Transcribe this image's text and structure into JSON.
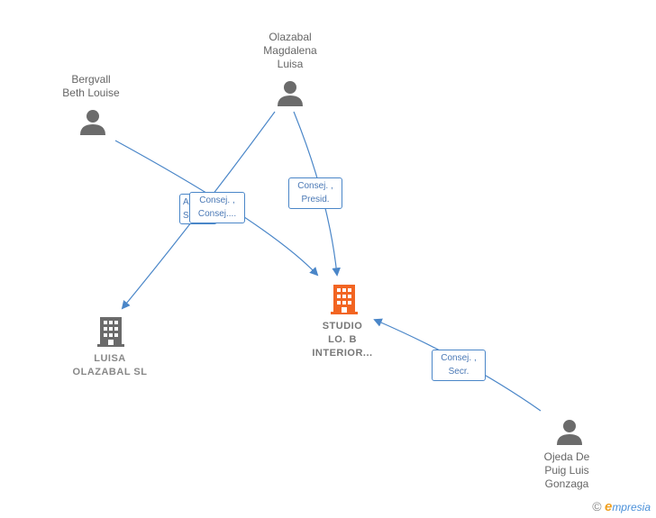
{
  "nodes": {
    "olazabal": {
      "label_lines": [
        "Olazabal",
        "Magdalena",
        "Luisa"
      ],
      "icon": "person-icon"
    },
    "bergvall": {
      "label_lines": [
        "Bergvall",
        "Beth Louise"
      ],
      "icon": "person-icon"
    },
    "ojeda": {
      "label_lines": [
        "Ojeda De",
        "Puig Luis",
        "Gonzaga"
      ],
      "icon": "person-icon"
    },
    "studio": {
      "label_lines": [
        "STUDIO",
        "LO. B",
        "INTERIOR..."
      ],
      "icon": "building-icon",
      "color": "#f26522"
    },
    "luisa_sl": {
      "label_lines": [
        "LUISA",
        "OLAZABAL  SL"
      ],
      "icon": "building-icon",
      "color": "#666666"
    }
  },
  "edge_labels": {
    "olazabal_studio": [
      "Consej. ,",
      "Presid."
    ],
    "olazabal_luisa": [
      "Consej. ,",
      "Consej...."
    ],
    "bergvall_studio": [
      "A",
      "S"
    ],
    "ojeda_studio": [
      "Consej. ,",
      "Secr."
    ]
  },
  "colors": {
    "edge": "#4a86c8",
    "person": "#6b6b6b",
    "accent": "#f26522"
  },
  "footer": {
    "copyright": "©",
    "brand_e": "e",
    "brand": "mpresia"
  }
}
